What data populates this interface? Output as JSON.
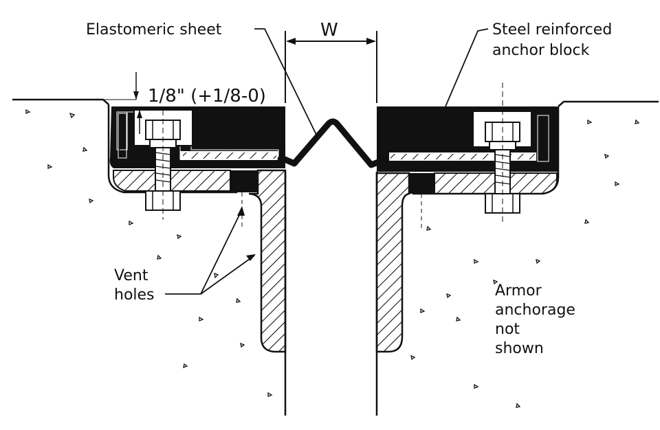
{
  "labels": {
    "elastomeric_sheet": "Elastomeric sheet",
    "width": "W",
    "steel_line1": "Steel reinforced",
    "steel_line2": "anchor block",
    "gap_dimension": "1/8\" (+1/8-0)",
    "vent_line1": "Vent",
    "vent_line2": "holes",
    "armor_line1": "Armor",
    "armor_line2": "anchorage",
    "armor_line3": "not",
    "armor_line4": "shown"
  },
  "colors": {
    "ink": "#111111",
    "background": "#ffffff"
  }
}
